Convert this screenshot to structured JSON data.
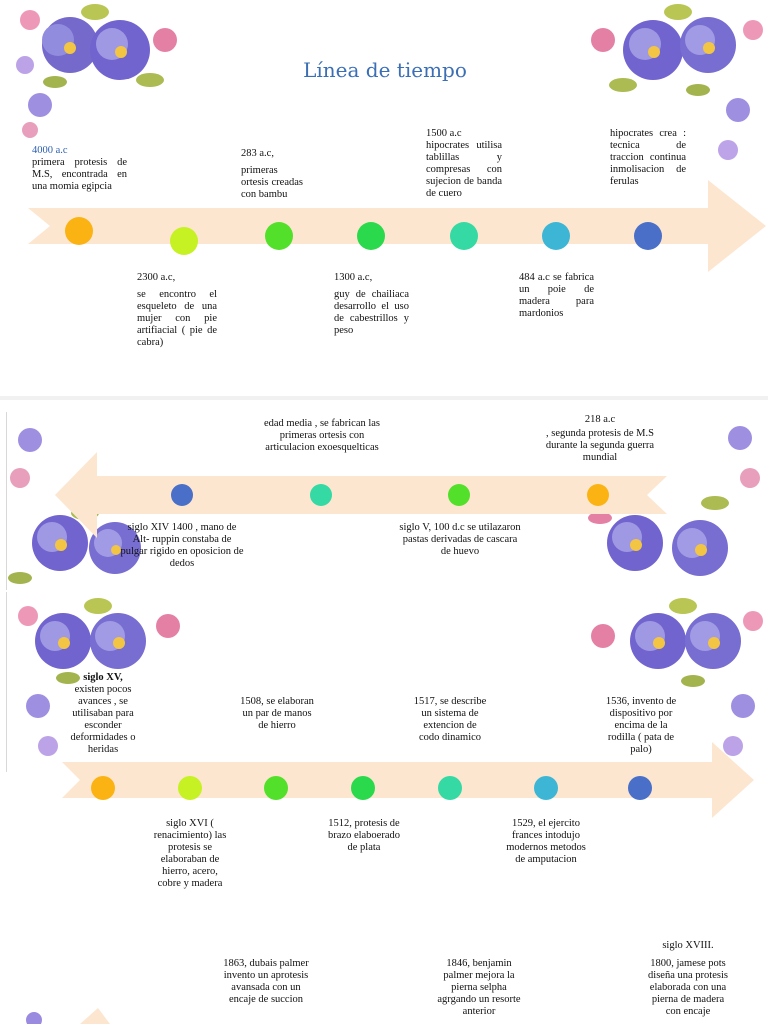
{
  "page1": {
    "title": "Línea de tiempo",
    "top_events": [
      {
        "date": "4000 a.c",
        "text": "primera protesis de M.S, encontrada en una momia egipcia"
      },
      {
        "date": "283 a.c,",
        "text": "primeras ortesis creadas con bambu"
      },
      {
        "date": "1500 a.c",
        "text": "hipocrates utilisa tablillas y compresas con sujecion de banda de cuero"
      },
      {
        "date": "",
        "text": "hipocrates crea : tecnica de traccion continua inmolisacion de ferulas"
      }
    ],
    "bottom_events": [
      {
        "date": "2300 a.c,",
        "text": "se encontro el esqueleto de una mujer con pie artifiacial ( pie de cabra)"
      },
      {
        "date": "1300 a.c,",
        "text": "guy de chailiaca desarrollo el uso de cabestrillos y peso"
      },
      {
        "date": "",
        "text": "484 a.c se fabrica un poie de madera para mardonios"
      }
    ],
    "dot_colors": [
      "#fbb313",
      "#c6f123",
      "#52e02b",
      "#2bd94c",
      "#35d9a4",
      "#3db6d6",
      "#4a6fc8"
    ]
  },
  "page2": {
    "top_events": [
      {
        "text": "edad media , se fabrican las primeras ortesis con articulacion exoesquelticas"
      },
      {
        "date": "218 a.c",
        "text": ", segunda protesis de M.S durante la segunda guerra mundial"
      }
    ],
    "bottom_events": [
      {
        "text": "siglo XIV 1400 , mano de Alt- ruppin constaba de pulgar rigido en oposicion de dedos"
      },
      {
        "text": "siglo V, 100 d.c se utilazaron pastas derivadas de cascara de huevo"
      }
    ],
    "dot_colors": [
      "#4a6fc8",
      "#35d9a4",
      "#52e02b",
      "#fbb313"
    ]
  },
  "page3": {
    "top_events": [
      {
        "heading": "siglo XV,",
        "text": "existen pocos avances , se utilisaban para esconder deformidades o heridas"
      },
      {
        "text": "1508, se elaboran un par de manos de hierro"
      },
      {
        "text": "1517, se describe un sistema de extencion de codo dinamico"
      },
      {
        "text": "1536, invento de dispositivo por encima de la rodilla ( pata de palo)"
      }
    ],
    "bottom_events": [
      {
        "text": "siglo XVI ( renacimiento) las protesis se elaboraban de hierro, acero, cobre y madera"
      },
      {
        "text": "1512, protesis de brazo elaboerado de plata"
      },
      {
        "text": "1529, el ejercito frances intodujo modernos metodos de amputacion"
      }
    ],
    "dot_colors": [
      "#fbb313",
      "#c6f123",
      "#52e02b",
      "#2bd94c",
      "#35d9a4",
      "#3db6d6",
      "#4a6fc8"
    ]
  },
  "page4": {
    "events": [
      {
        "text": "1863, dubais palmer invento un aprotesis avansada con un encaje de succion"
      },
      {
        "text": "1846, benjamin palmer mejora la pierna selpha agrgando un resorte anterior"
      },
      {
        "heading": "siglo XVIII.",
        "text": "1800, jamese pots diseña una protesis elaborada con una pierna de madera con encaje"
      }
    ]
  },
  "colors": {
    "arrow": "#fde6d0",
    "title": "#3b6fb5",
    "date_blue": "#2d5fb0"
  }
}
